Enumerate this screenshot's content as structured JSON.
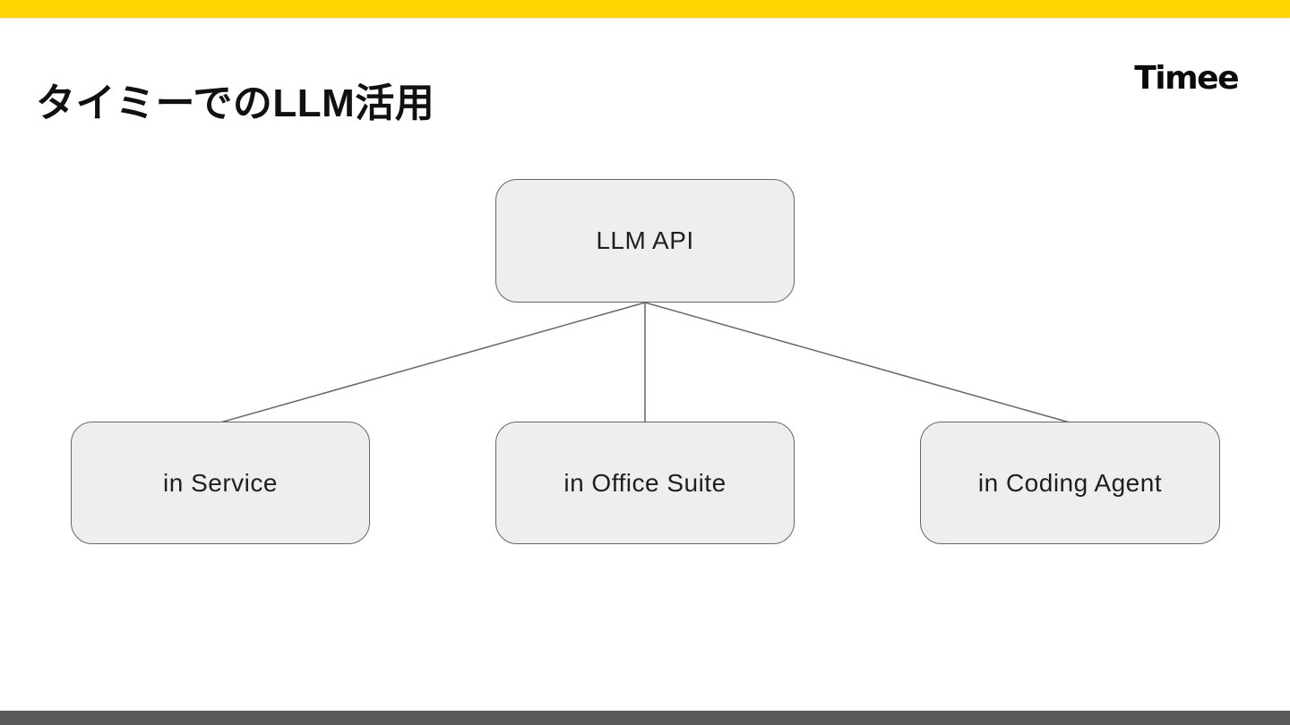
{
  "slide": {
    "title": "タイミーでのLLM活用",
    "brand_logo": "Timee"
  },
  "colors": {
    "accent_yellow": "#FFD400",
    "footer_bar": "#5A5A5A",
    "node_fill": "#EEEEEE",
    "node_border": "#666666",
    "text": "#1F1F1F"
  },
  "diagram": {
    "root": {
      "label": "LLM API"
    },
    "children": [
      {
        "label": "in Service"
      },
      {
        "label": "in Office Suite"
      },
      {
        "label": "in Coding Agent"
      }
    ]
  }
}
